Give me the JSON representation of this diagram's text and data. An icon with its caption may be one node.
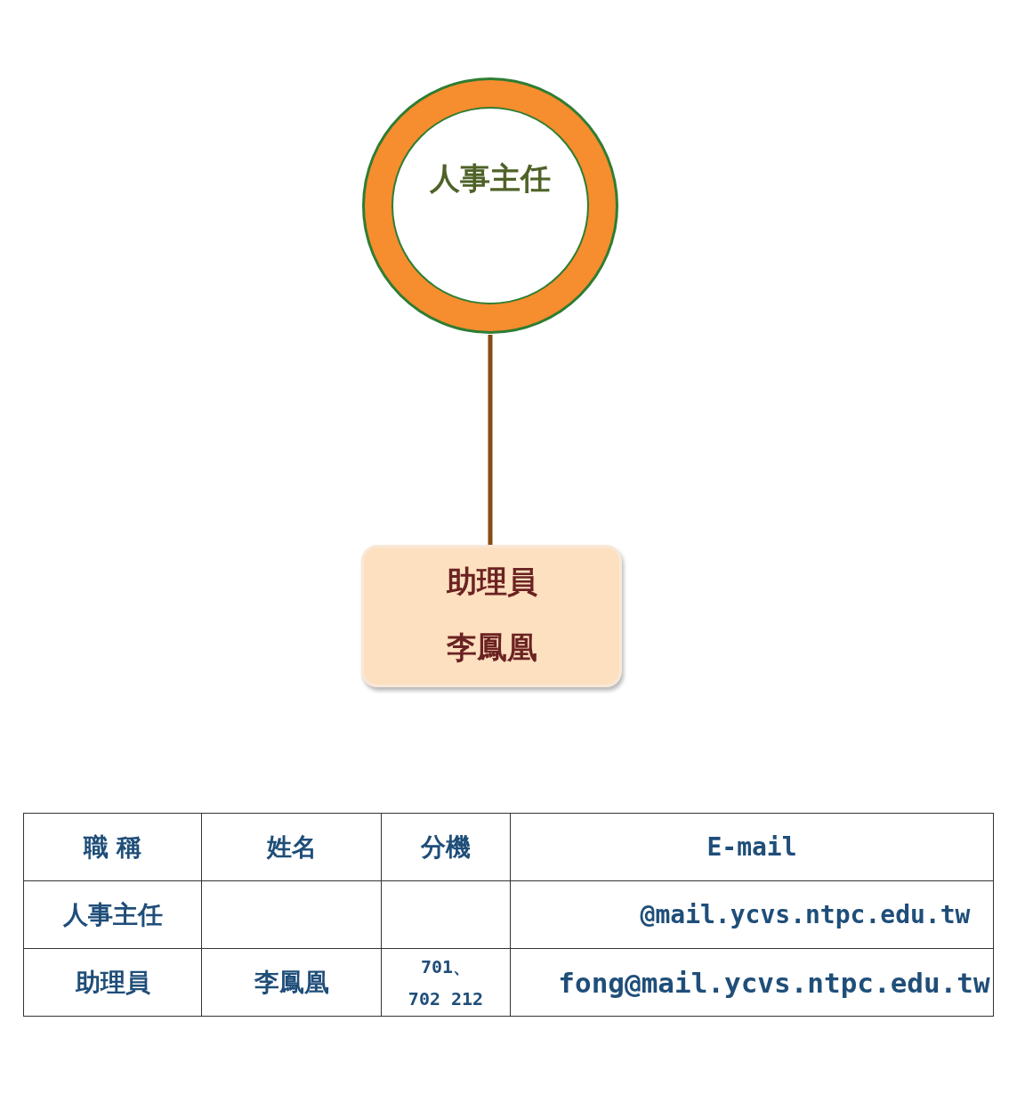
{
  "diagram": {
    "nodes": [
      {
        "text": [
          "人事主任"
        ]
      },
      {
        "text": [
          "助理員",
          "李鳳凰"
        ]
      }
    ],
    "edges": [
      {
        "from": 0,
        "to": 1,
        "arrow": "none"
      }
    ],
    "labels": [
      "職 稱",
      "姓名",
      "分機",
      "E-mail",
      "人事主任",
      "@mail.ycvs.ntpc.edu.tw",
      "助理員",
      "李鳳凰",
      "701、702 212",
      "fong@mail.ycvs.ntpc.edu.tw"
    ]
  }
}
